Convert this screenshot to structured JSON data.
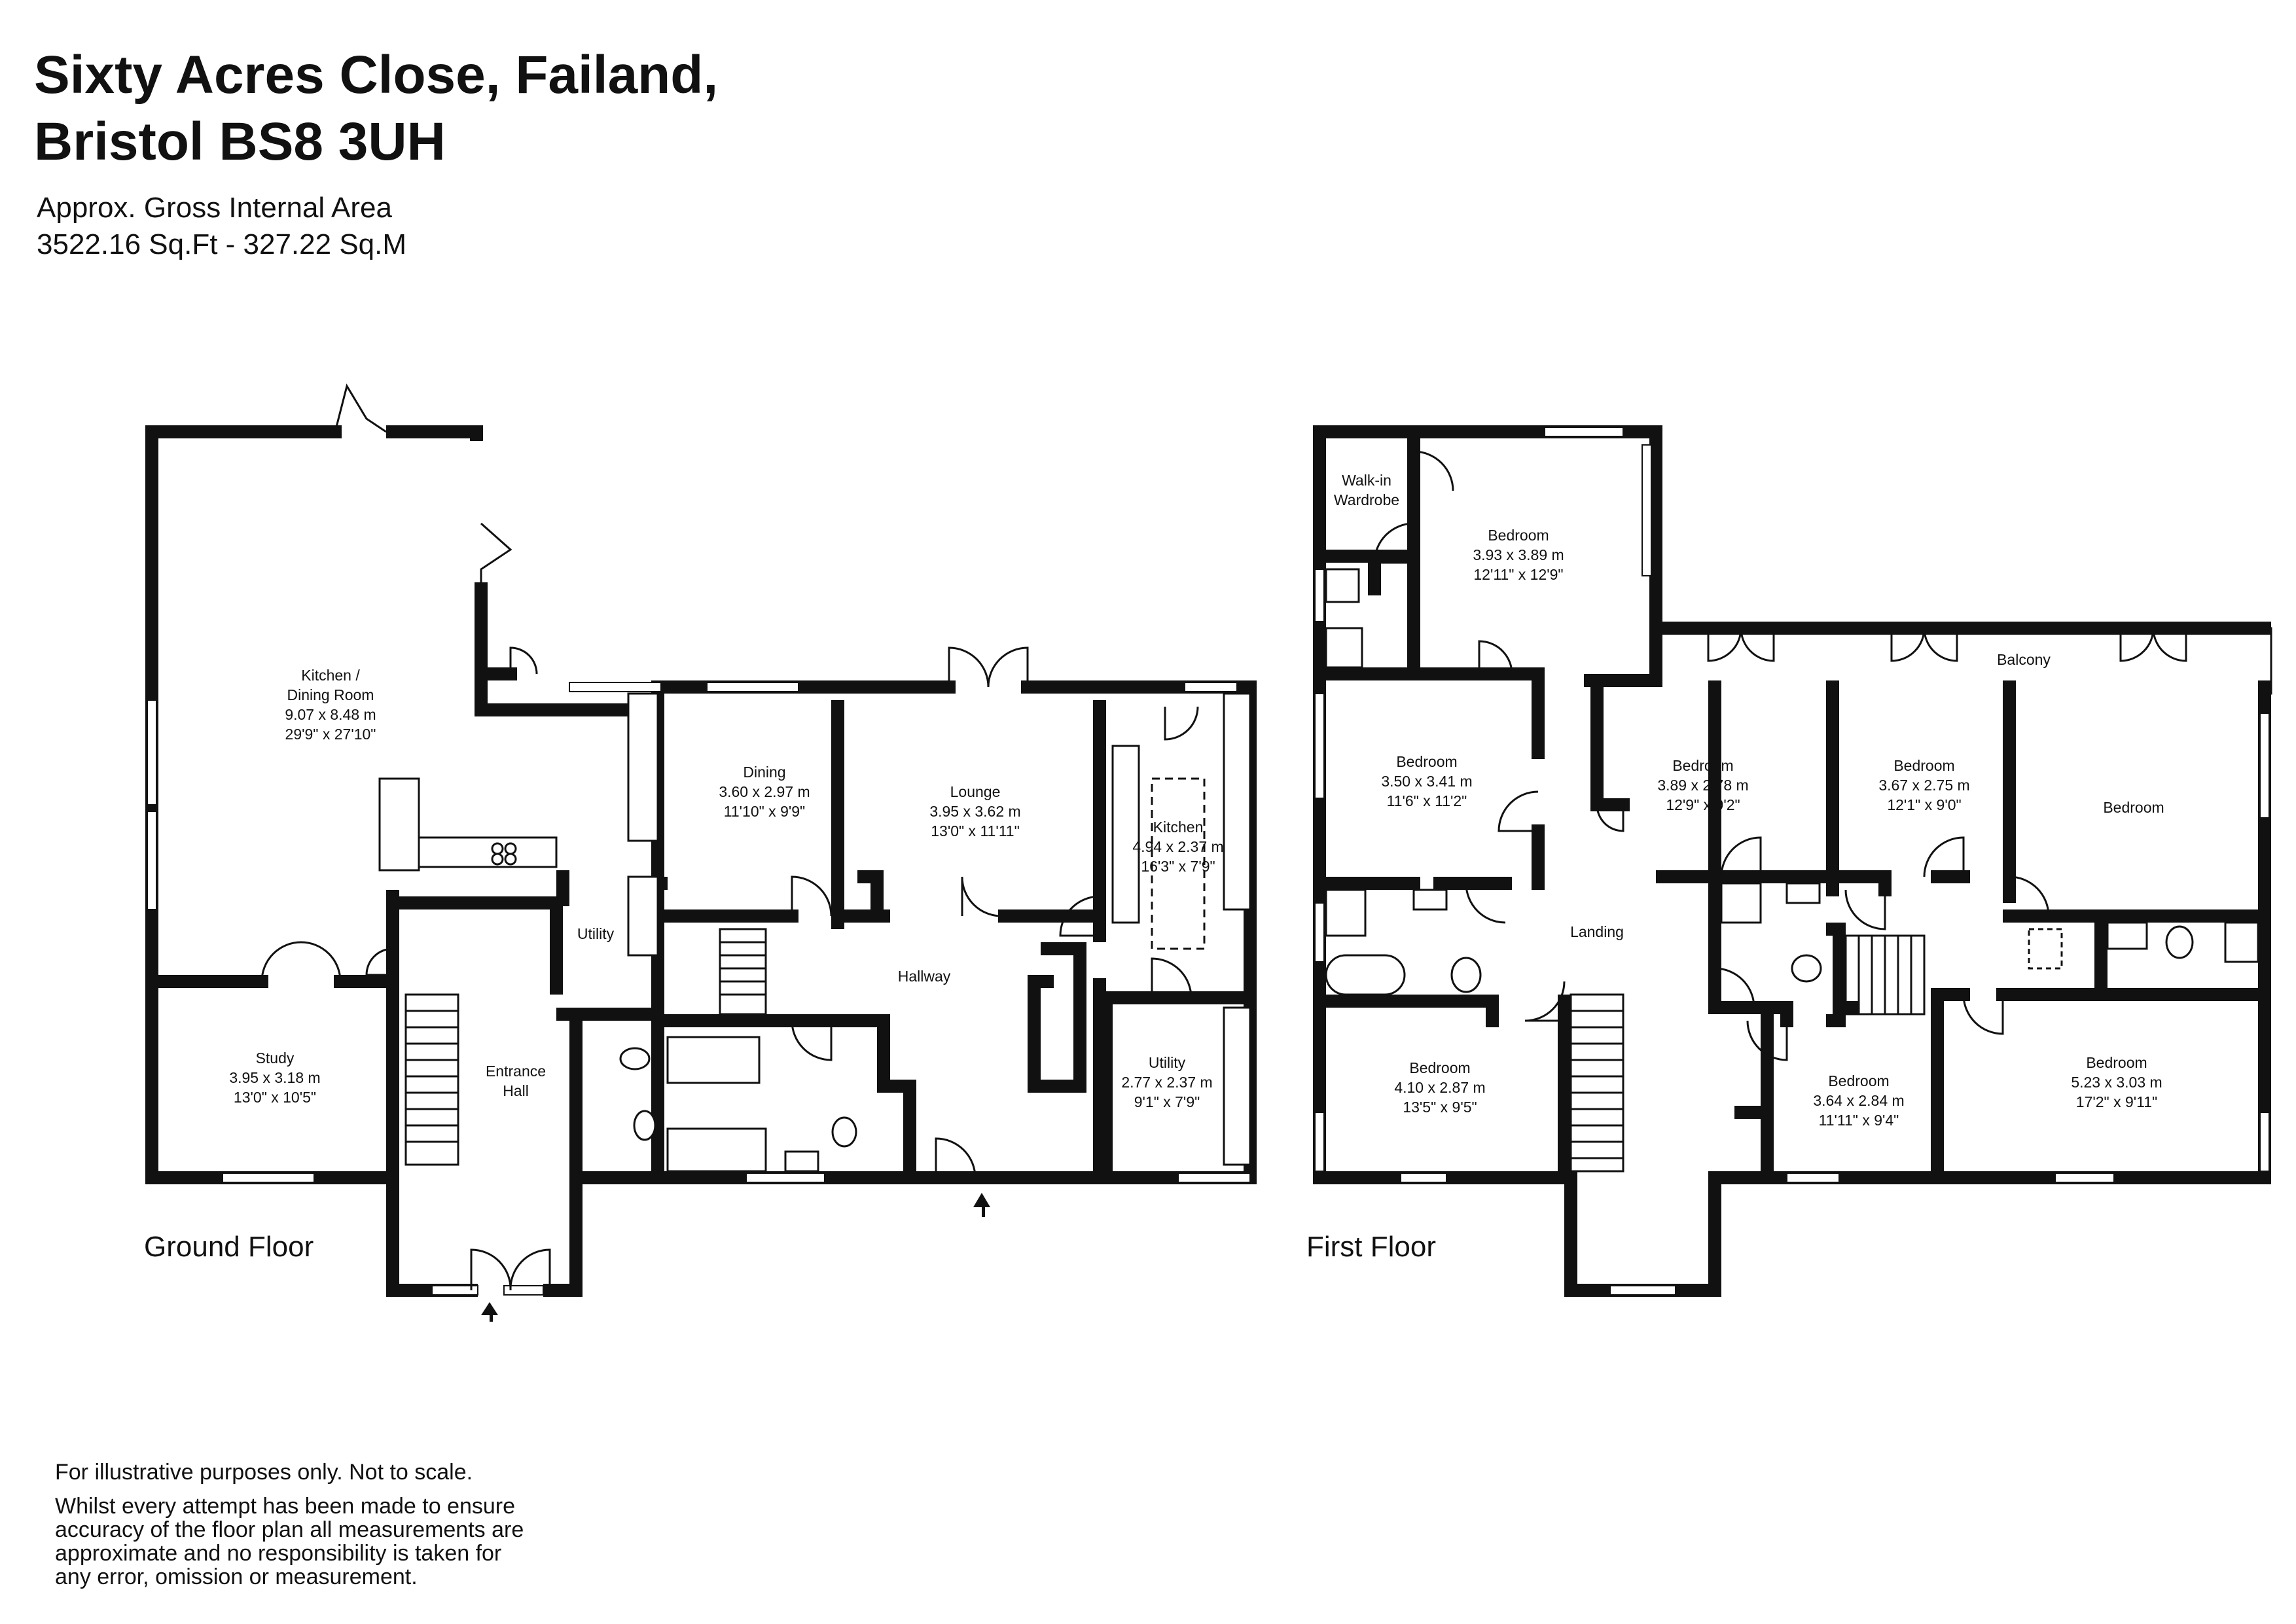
{
  "header": {
    "title_line1": "Sixty Acres Close, Failand,",
    "title_line2": "Bristol BS8 3UH",
    "area_label": "Approx. Gross Internal Area",
    "area_value": "3522.16 Sq.Ft - 327.22 Sq.M"
  },
  "floors": {
    "ground": "Ground Floor",
    "first": "First Floor"
  },
  "rooms": {
    "kitchen_dining": {
      "name1": "Kitchen /",
      "name2": "Dining Room",
      "metric": "9.07 x 8.48 m",
      "imperial": "29'9\" x 27'10\""
    },
    "study": {
      "name": "Study",
      "metric": "3.95 x 3.18 m",
      "imperial": "13'0\" x 10'5\""
    },
    "utility_small": {
      "name": "Utility"
    },
    "entrance_hall": {
      "name1": "Entrance",
      "name2": "Hall"
    },
    "dining": {
      "name": "Dining",
      "metric": "3.60 x 2.97 m",
      "imperial": "11'10\" x 9'9\""
    },
    "lounge": {
      "name": "Lounge",
      "metric": "3.95 x 3.62 m",
      "imperial": "13'0\" x 11'11\""
    },
    "kitchen": {
      "name": "Kitchen",
      "metric": "4.94 x 2.37 m",
      "imperial": "16'3\" x 7'9\""
    },
    "hallway": {
      "name": "Hallway"
    },
    "utility": {
      "name": "Utility",
      "metric": "2.77 x 2.37 m",
      "imperial": "9'1\" x 7'9\""
    },
    "walkin": {
      "name1": "Walk-in",
      "name2": "Wardrobe"
    },
    "bed1": {
      "name": "Bedroom",
      "metric": "3.93 x 3.89 m",
      "imperial": "12'11\" x 12'9\""
    },
    "bed2": {
      "name": "Bedroom",
      "metric": "3.50 x 3.41 m",
      "imperial": "11'6\" x 11'2\""
    },
    "bed3": {
      "name": "Bedroom",
      "metric": "3.89 x 2.78 m",
      "imperial": "12'9\" x 9'2\""
    },
    "bed4": {
      "name": "Bedroom",
      "metric": "3.67 x 2.75 m",
      "imperial": "12'1\" x 9'0\""
    },
    "bed5": {
      "name": "Bedroom"
    },
    "bed6": {
      "name": "Bedroom",
      "metric": "4.10 x 2.87 m",
      "imperial": "13'5\" x 9'5\""
    },
    "bed7": {
      "name": "Bedroom",
      "metric": "3.64 x 2.84 m",
      "imperial": "11'11\" x 9'4\""
    },
    "bed8": {
      "name": "Bedroom",
      "metric": "5.23 x 3.03 m",
      "imperial": "17'2\" x 9'11\""
    },
    "landing": {
      "name": "Landing"
    },
    "balcony": {
      "name": "Balcony"
    }
  },
  "disclaimer": {
    "line1": "For illustrative purposes only. Not to scale.",
    "line2": "Whilst every attempt has been made to ensure",
    "line3": "accuracy of the floor plan all measurements are",
    "line4": "approximate and no responsibility is taken for",
    "line5": "any error, omission or measurement."
  }
}
